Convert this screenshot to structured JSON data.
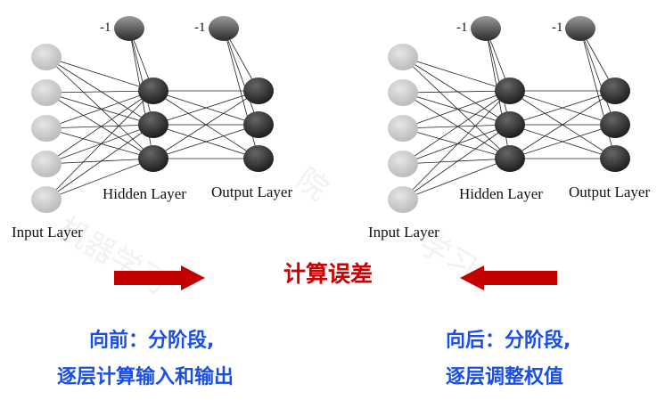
{
  "watermark": {
    "a": "院",
    "b": "机器学习",
    "c": "学习"
  },
  "left_network": {
    "input_label": "Input Layer",
    "hidden_label": "Hidden Layer",
    "output_label": "Output Layer",
    "bias_hidden": "-1",
    "bias_output": "-1",
    "input_count": 5,
    "hidden_count": 3,
    "output_count": 3
  },
  "right_network": {
    "input_label": "Input Layer",
    "hidden_label": "Hidden Layer",
    "output_label": "Output Layer",
    "bias_hidden": "-1",
    "bias_output": "-1",
    "input_count": 5,
    "hidden_count": 3,
    "output_count": 3
  },
  "center": {
    "title": "计算误差",
    "arrow_color": "#c40000"
  },
  "captions": {
    "left_line1": "向前：分阶段,",
    "left_line2": "逐层计算输入和输出",
    "right_line1": "向后：分阶段,",
    "right_line2": "逐层调整权值"
  },
  "colors": {
    "input_node": "#c8c8c8",
    "hidden_node": "#333333",
    "bias_node": "#555555",
    "caption": "#1a4fe6",
    "title": "#cc0000"
  }
}
